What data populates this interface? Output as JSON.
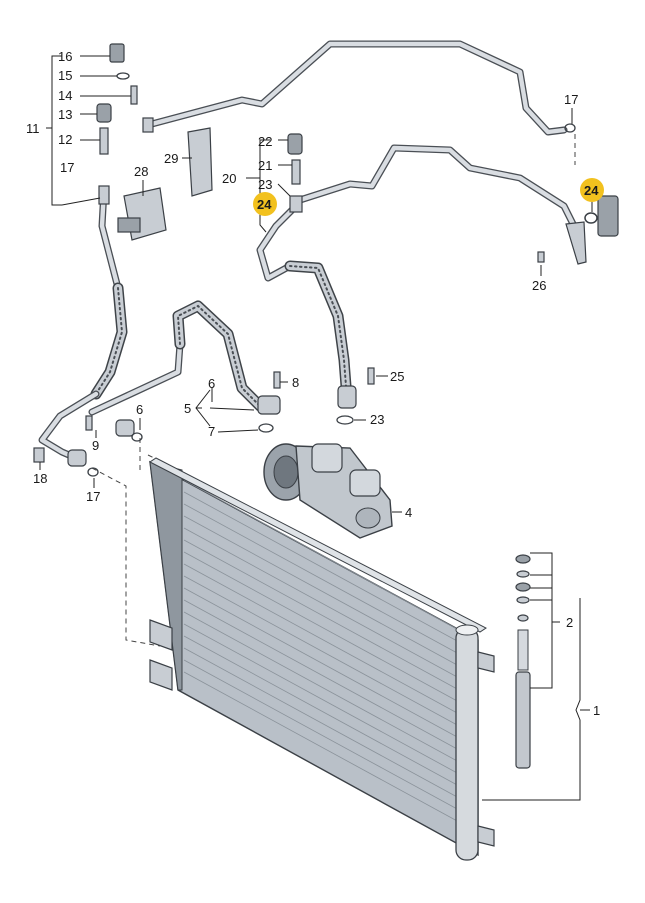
{
  "labels": {
    "l16": "16",
    "l15": "15",
    "l14": "14",
    "l13": "13",
    "l12": "12",
    "l11": "11",
    "l17a": "17",
    "l28": "28",
    "l29": "29",
    "l22": "22",
    "l21": "21",
    "l20": "20",
    "l23a": "23",
    "l24a": "24",
    "l17b": "17",
    "l24b": "24",
    "l26": "26",
    "l6a": "6",
    "l5": "5",
    "l7": "7",
    "l8": "8",
    "l25": "25",
    "l23b": "23",
    "l6b": "6",
    "l9": "9",
    "l18": "18",
    "l17c": "17",
    "l4": "4",
    "l2": "2",
    "l1": "1"
  },
  "colors": {
    "highlight_badge": "#f2c11e",
    "line": "#3b4046",
    "part_fill": "#c8cdd3",
    "condenser_fill": "#b9c0c8"
  },
  "icons": [
    "ac-hose-line",
    "ac-compressor",
    "condenser",
    "receiver-drier",
    "o-ring",
    "bolt",
    "valve-cap",
    "bracket"
  ]
}
